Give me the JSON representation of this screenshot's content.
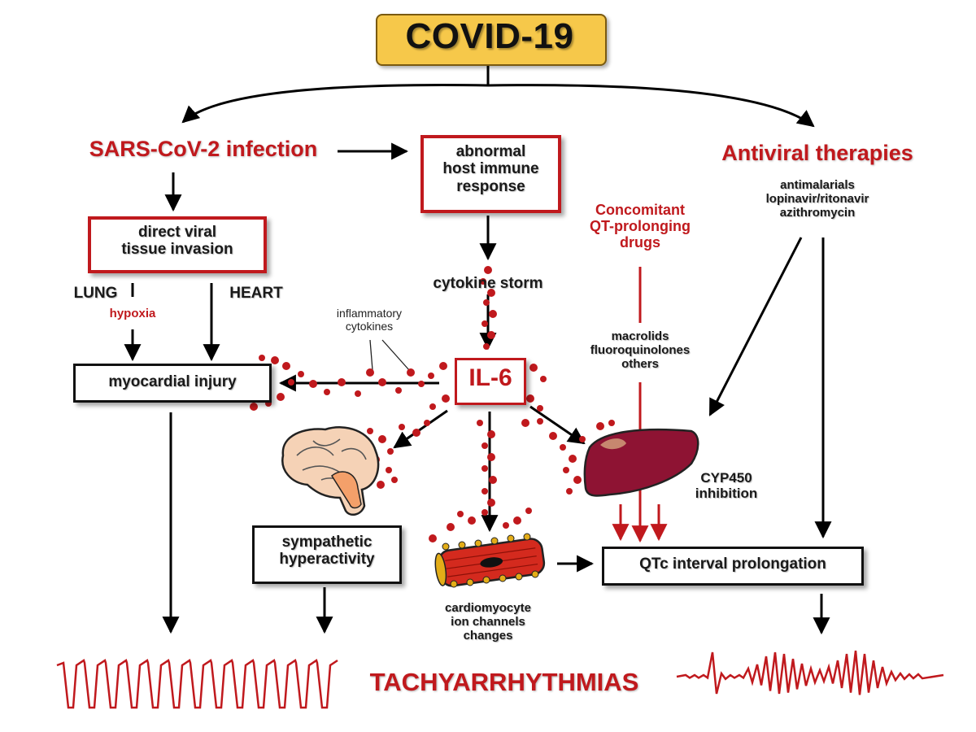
{
  "title": "COVID-19",
  "branches": {
    "infection": "SARS-CoV-2 infection",
    "antiviral": "Antiviral therapies",
    "antiviral_drugs": [
      "antimalarials",
      "lopinavir/ritonavir",
      "azithromycin"
    ]
  },
  "nodes": {
    "immune": [
      "abnormal",
      "host immune",
      "response"
    ],
    "invasion": [
      "direct viral",
      "tissue invasion"
    ],
    "lung": "LUNG",
    "heart": "HEART",
    "hypoxia": "hypoxia",
    "cytokine_storm": "cytokine storm",
    "inflammatory": [
      "inflammatory",
      "cytokines"
    ],
    "il6": "IL-6",
    "myocardial": "myocardial injury",
    "sympathetic": [
      "sympathetic",
      "hyperactivity"
    ],
    "cardiomyocyte": [
      "cardiomyocyte",
      "ion channels",
      "changes"
    ],
    "qtc": "QTc interval prolongation",
    "cyp450": [
      "CYP450",
      "inhibition"
    ],
    "concomitant": [
      "Concomitant",
      "QT-prolonging",
      "drugs"
    ],
    "drug_classes": [
      "macrolids",
      "fluoroquinolones",
      "others"
    ]
  },
  "outcome": "TACHYARRHYTHMIAS",
  "colors": {
    "accent_red": "#c0191d",
    "title_box": "#f6c84a",
    "liver": "#8e1333",
    "muscle": "#d42a1e",
    "brain": "#f5d2b6"
  },
  "icons": [
    "brain-icon",
    "liver-icon",
    "cardiomyocyte-icon",
    "ecg-waveform-icon"
  ]
}
